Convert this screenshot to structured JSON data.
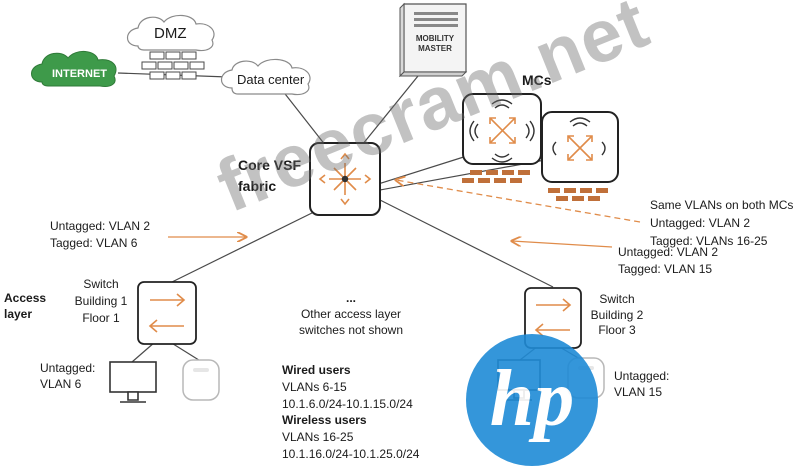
{
  "clouds": {
    "internet": "INTERNET",
    "dmz": "DMZ",
    "data_center": "Data center"
  },
  "mobility_master": {
    "line1": "MOBILITY",
    "line2": "MASTER"
  },
  "mcs_label": "MCs",
  "core": {
    "line1": "Core VSF",
    "line2": "fabric"
  },
  "uplink_left": {
    "untagged": "Untagged: VLAN 2",
    "tagged": "Tagged: VLAN 6"
  },
  "mc_vlans": {
    "heading": "Same VLANs on both MCs",
    "untagged": "Untagged: VLAN 2",
    "tagged": "Tagged: VLANs 16-25"
  },
  "uplink_right": {
    "untagged": "Untagged: VLAN 2",
    "tagged": "Tagged: VLAN 15"
  },
  "access_layer": {
    "line1": "Access",
    "line2": "layer"
  },
  "switch_left": {
    "line1": "Switch",
    "line2": "Building 1",
    "line3": "Floor 1"
  },
  "switch_right": {
    "line1": "Switch",
    "line2": "Building 2",
    "line3": "Floor 3"
  },
  "other_switches": {
    "dots": "...",
    "line1": "Other access layer",
    "line2": "switches not shown"
  },
  "client_left": {
    "line1": "Untagged:",
    "line2": "VLAN 6"
  },
  "client_right": {
    "line1": "Untagged:",
    "line2": "VLAN 15"
  },
  "wired_users": {
    "heading": "Wired users",
    "vlans": "VLANs 6-15",
    "subnets": "10.1.6.0/24-10.1.15.0/24"
  },
  "wireless_users": {
    "heading": "Wireless users",
    "vlans": "VLANs 16-25",
    "subnets": "10.1.16.0/24-10.1.25.0/24"
  },
  "watermark": "freecram.net",
  "logo_text": "hp",
  "colors": {
    "internet_green": "#3e9a4a",
    "arrow_orange": "#e08c4a",
    "brick": "#c0703a",
    "hp_blue": "#1f8bd6",
    "link_line": "#4a4a4a"
  },
  "icons": [
    "cloud-icon",
    "firewall-icon",
    "server-icon",
    "router-icon",
    "controller-icon",
    "switch-icon",
    "monitor-icon",
    "access-point-icon"
  ]
}
